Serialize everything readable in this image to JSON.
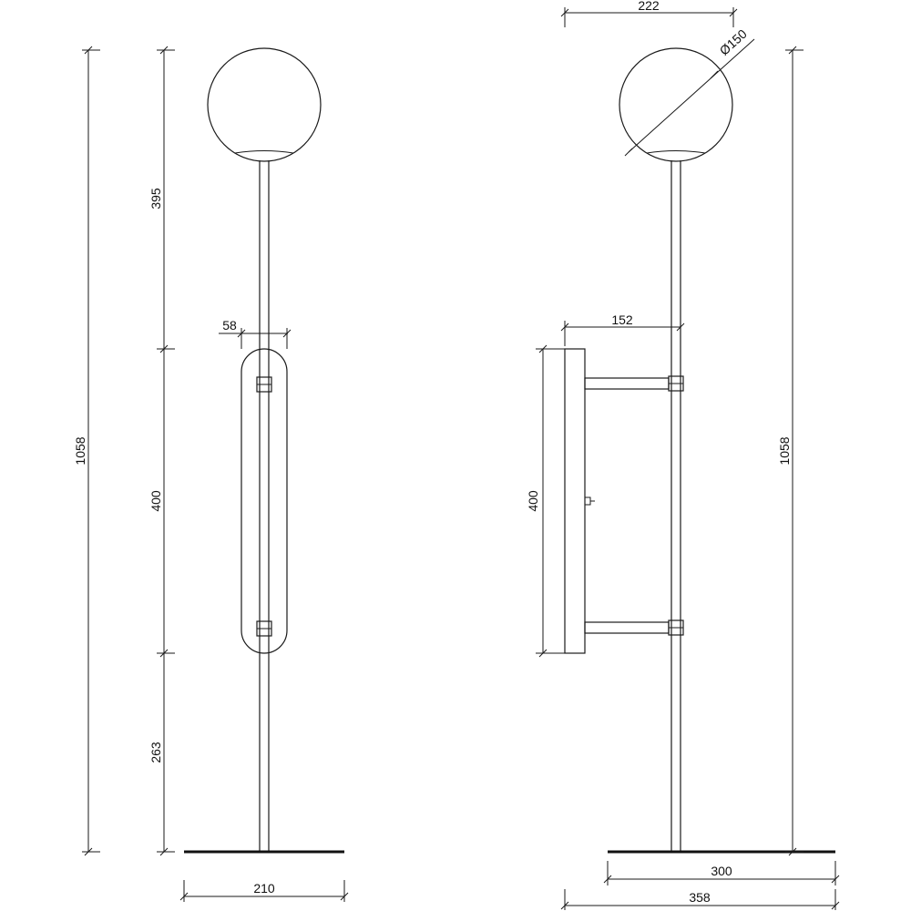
{
  "front_view": {
    "total_height": "1058",
    "upper_height": "395",
    "panel_height": "400",
    "lower_height": "263",
    "panel_width": "58",
    "base_width": "210"
  },
  "side_view": {
    "top_width": "222",
    "globe_diameter": "Ø150",
    "arm_depth": "152",
    "panel_height": "400",
    "total_height": "1058",
    "base_width": "300",
    "overall_width": "358"
  }
}
